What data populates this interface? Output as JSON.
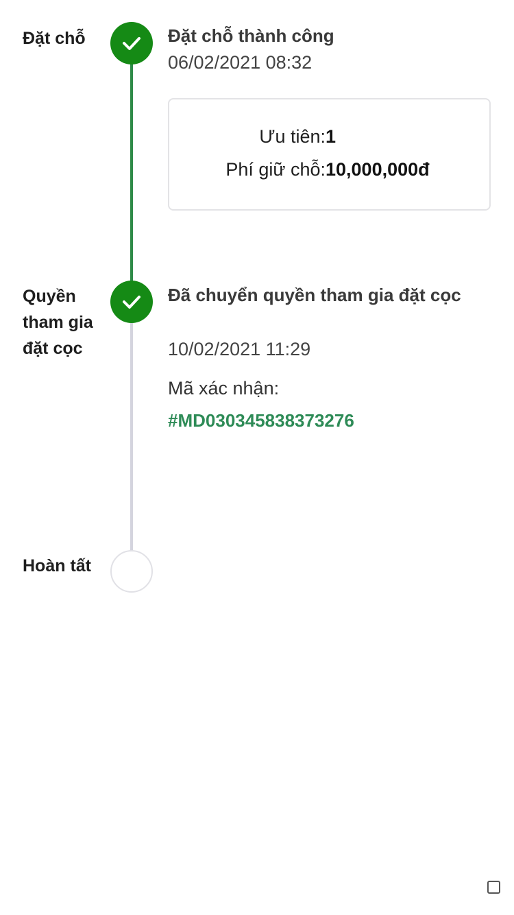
{
  "steps": [
    {
      "label": "Đặt chỗ",
      "title": "Đặt chỗ thành công",
      "time": "06/02/2021 08:32",
      "status": "done"
    },
    {
      "label": "Quyền tham gia đặt cọc",
      "title": "Đã chuyển quyền tham gia đặt cọc",
      "time": "10/02/2021 11:29",
      "status": "done"
    },
    {
      "label": "Hoàn tất",
      "status": "pending"
    }
  ],
  "booking_info": {
    "priority_label": "Ưu tiên:",
    "priority_value": "1",
    "fee_label": "Phí giữ chỗ:",
    "fee_value": "10,000,000đ"
  },
  "confirmation": {
    "label": "Mã xác nhận:",
    "code": "#MD030345838373276"
  },
  "colors": {
    "done_node": "#158a15",
    "done_line": "#2e8b48",
    "pending_line": "#d4d4de",
    "code_text": "#2e8b57"
  },
  "icons": {
    "done": "check-icon",
    "pending": "empty-circle-icon",
    "corner": "checkbox-icon"
  }
}
